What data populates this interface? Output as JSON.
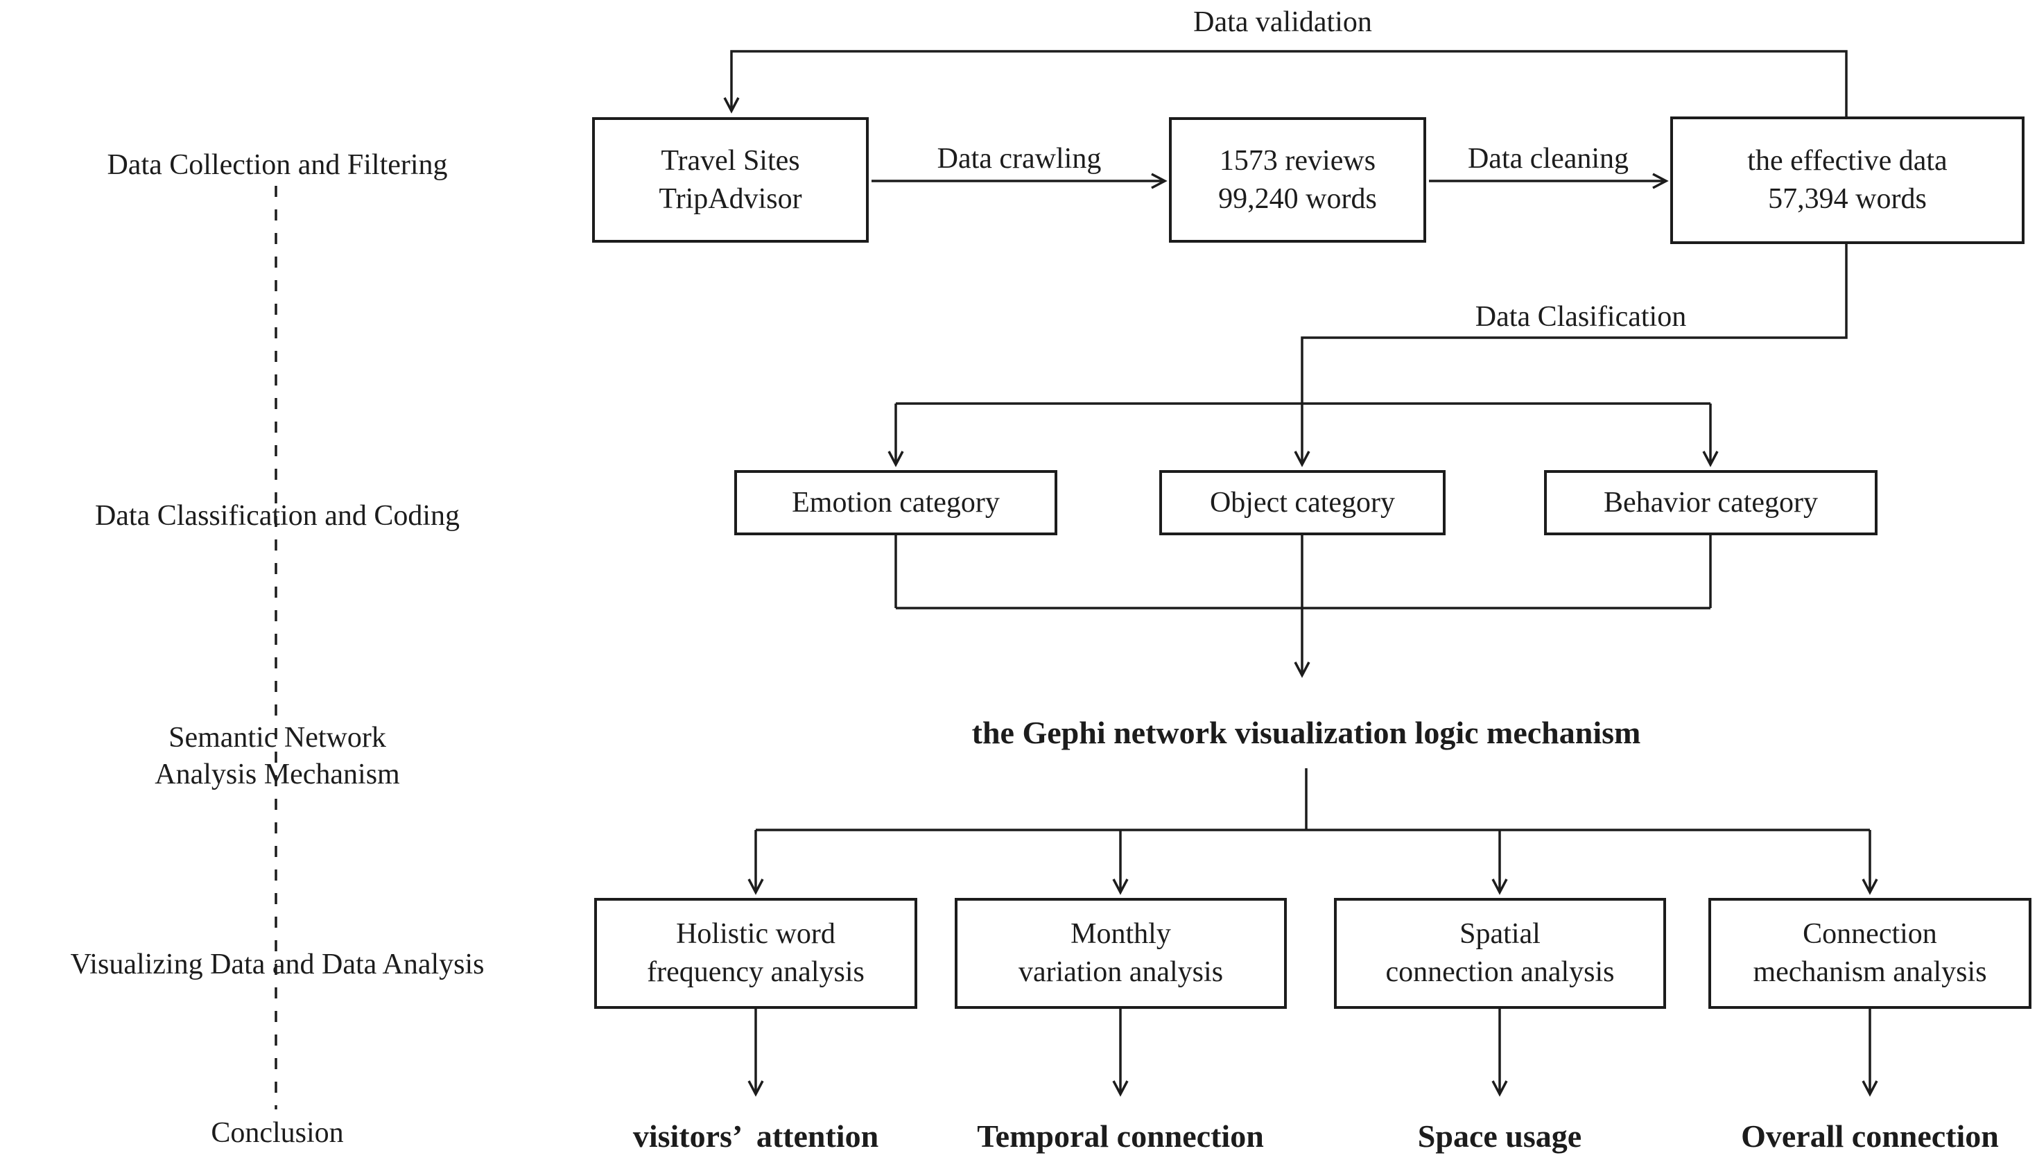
{
  "diagram": {
    "title_hint": "research workflow flowchart",
    "colors": {
      "line": "#1c1c1c",
      "text": "#1c1c1c",
      "background": "#ffffff"
    },
    "phases": [
      {
        "label": "Data Collection and Filtering"
      },
      {
        "label": "Data Classification and Coding"
      },
      {
        "label": "Semantic Network\nAnalysis Mechanism"
      },
      {
        "label": "Visualizing Data and Data Analysis"
      },
      {
        "label": "Conclusion"
      }
    ],
    "nodes": {
      "travel": "Travel Sites\nTripAdvisor",
      "reviews": "1573 reviews\n99,240 words",
      "effective": "the effective data\n57,394 words",
      "emotion": "Emotion category",
      "object": "Object category",
      "behavior": "Behavior category",
      "gephi": "the Gephi network visualization logic mechanism",
      "holistic": "Holistic word\nfrequency analysis",
      "monthly": "Monthly\nvariation analysis",
      "spatial": "Spatial\nconnection analysis",
      "connection": "Connection\nmechanism analysis"
    },
    "edge_labels": {
      "validation": "Data validation",
      "crawling": "Data crawling",
      "cleaning": "Data cleaning",
      "classification": "Data Clasification"
    },
    "conclusions": [
      "visitors’  attention",
      "Temporal connection",
      "Space usage",
      "Overall connection"
    ]
  }
}
